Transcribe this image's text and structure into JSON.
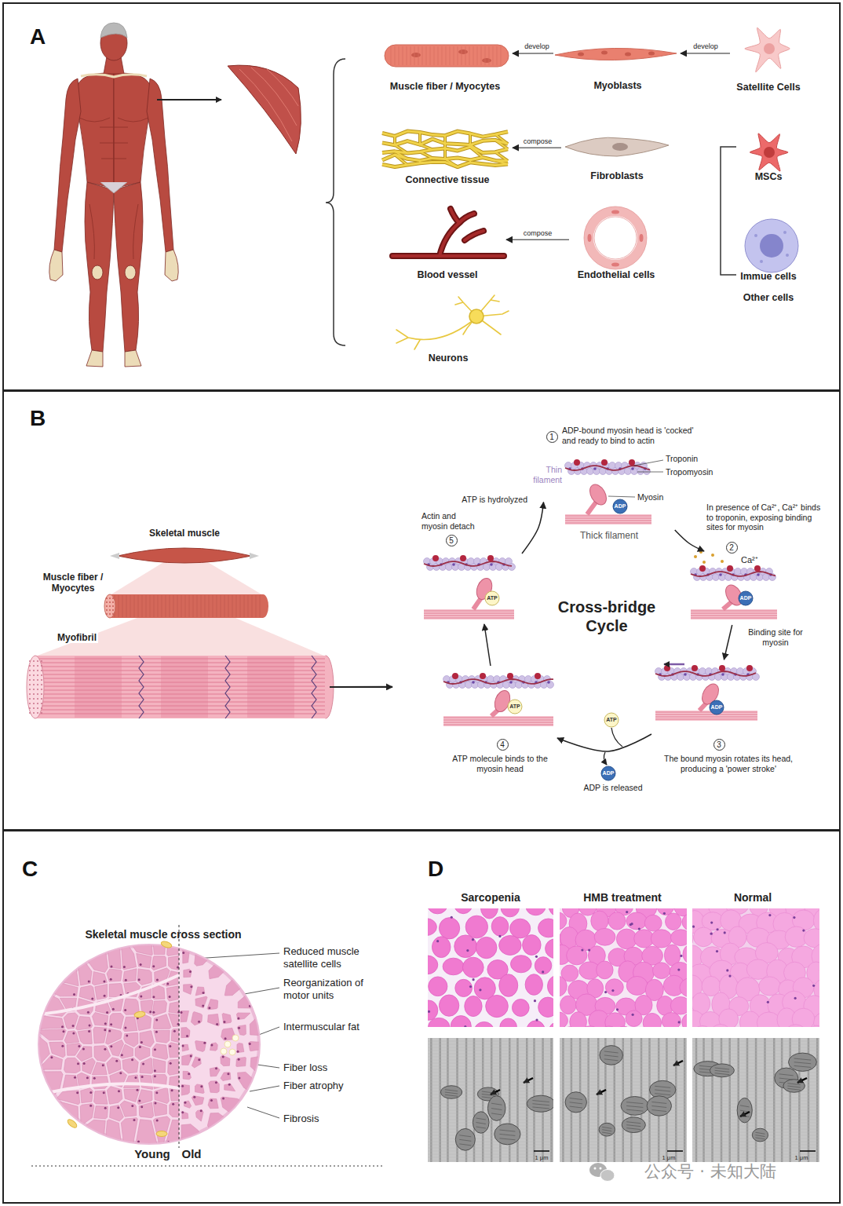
{
  "diagram": {
    "nodes": [
      {
        "text": [
          "A"
        ]
      },
      {
        "text": [
          "Muscle fiber / Myocytes"
        ],
        "in": 0
      },
      {
        "text": [
          "Myoblasts"
        ],
        "in": 0
      },
      {
        "text": [
          "Satellite Cells"
        ],
        "in": 0
      },
      {
        "text": [
          "Connective tissue"
        ],
        "in": 0
      },
      {
        "text": [
          "Fibroblasts"
        ],
        "in": 0
      },
      {
        "text": [
          "MSCs"
        ],
        "in": 0
      },
      {
        "text": [
          "Blood vessel"
        ],
        "in": 0
      },
      {
        "text": [
          "Endothelial cells"
        ],
        "in": 0
      },
      {
        "text": [
          "Immue cells"
        ],
        "in": 0
      },
      {
        "text": [
          "Neurons"
        ],
        "in": 0
      },
      {
        "text": [
          "B"
        ]
      },
      {
        "text": [
          "Skeletal muscle"
        ],
        "in": 11
      },
      {
        "text": [
          "Muscle fiber / Myocytes"
        ],
        "in": 11
      },
      {
        "text": [
          "Myofibril"
        ],
        "in": 11
      },
      {
        "text": [
          "Cross-bridge Cycle"
        ],
        "in": 11
      },
      {
        "text": [
          "1",
          "ADP-bound myosin head is 'cocked' and ready to bind to actin"
        ],
        "in": 15
      },
      {
        "text": [
          "2",
          "In presence of Ca²⁺, Ca²⁺ binds to troponin, exposing binding sites for myosin"
        ],
        "in": 15
      },
      {
        "text": [
          "3",
          "The bound myosin rotates its head, producing a 'power stroke'"
        ],
        "in": 15
      },
      {
        "text": [
          "4",
          "ATP molecule binds to the myosin head"
        ],
        "in": 15
      },
      {
        "text": [
          "5",
          "Actin and myosin detach"
        ],
        "in": 15
      },
      {
        "text": [
          "C"
        ]
      },
      {
        "text": [
          "D"
        ]
      }
    ],
    "edges": [
      {
        "from": 2,
        "to": 1,
        "label": "develop",
        "arrow": "to"
      },
      {
        "from": 3,
        "to": 2,
        "label": "develop",
        "arrow": "to"
      },
      {
        "from": 5,
        "to": 4,
        "label": "compose",
        "arrow": "to"
      },
      {
        "from": 8,
        "to": 7,
        "label": "compose",
        "arrow": "to"
      },
      {
        "from": 14,
        "to": 15,
        "arrow": "to"
      },
      {
        "from": 16,
        "to": 17,
        "arrow": "to"
      },
      {
        "from": 17,
        "to": 18,
        "label": "Binding site for myosin",
        "arrow": "to"
      },
      {
        "from": 18,
        "to": 19,
        "arrow": "to"
      },
      {
        "from": 19,
        "to": 20,
        "arrow": "to"
      },
      {
        "from": 20,
        "to": 16,
        "label": "ATP is hydrolyzed",
        "arrow": "to"
      }
    ],
    "labels": [
      "Other cells",
      "Troponin",
      "Tropomyosin",
      "Thin filament",
      "Myosin",
      "ADP",
      "Thick filament",
      "Ca²⁺",
      "ADP",
      "ADP",
      "ATP",
      "ADP",
      "ADP is released",
      "ATP",
      "ATP",
      "Skeletal muscle cross section",
      "Reduced muscle satellite cells",
      "Reorganization of motor units",
      "Intermuscular fat",
      "Fiber loss",
      "Fiber atrophy",
      "Fibrosis",
      "Young",
      "Old",
      "Sarcopenia",
      "HMB treatment",
      "Normal",
      "1 μm",
      "1 μm",
      "1 μm",
      "公众号 · 未知大陆"
    ]
  }
}
